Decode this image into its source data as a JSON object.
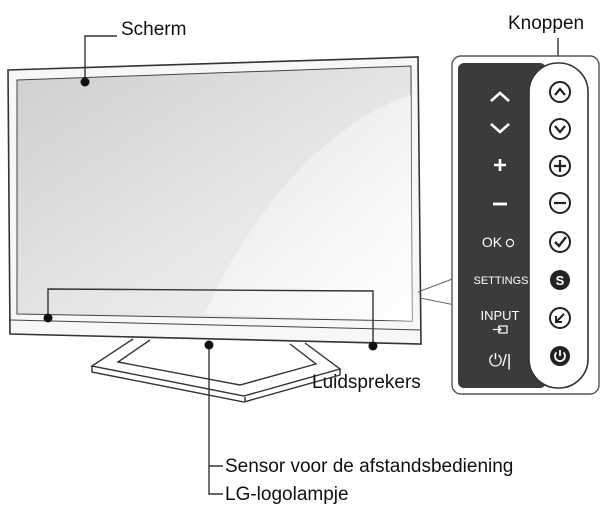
{
  "labels": {
    "screen": "Scherm",
    "buttons": "Knoppen",
    "speakers": "Luidsprekers",
    "remote_sensor": "Sensor voor de afstandsbediening",
    "logo_lamp": "LG-logolampje"
  },
  "panel": {
    "ok": "OK",
    "settings": "SETTINGS",
    "input": "INPUT",
    "power": "⏻/|"
  },
  "colors": {
    "panel_dark": "#3b3b3b",
    "outline": "#333333"
  }
}
